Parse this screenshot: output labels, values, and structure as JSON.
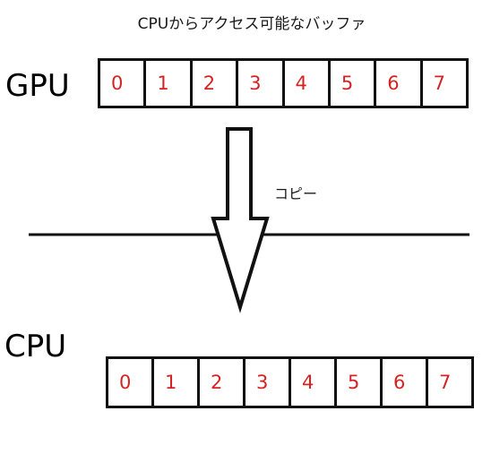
{
  "caption": "CPUからアクセス可能なバッファ",
  "gpu": {
    "label": "GPU",
    "cells": [
      "0",
      "1",
      "2",
      "3",
      "4",
      "5",
      "6",
      "7"
    ]
  },
  "cpu": {
    "label": "CPU",
    "cells": [
      "0",
      "1",
      "2",
      "3",
      "4",
      "5",
      "6",
      "7"
    ]
  },
  "copy_label": "コピー",
  "colors": {
    "cell_text": "#d42323",
    "stroke": "#111111"
  }
}
